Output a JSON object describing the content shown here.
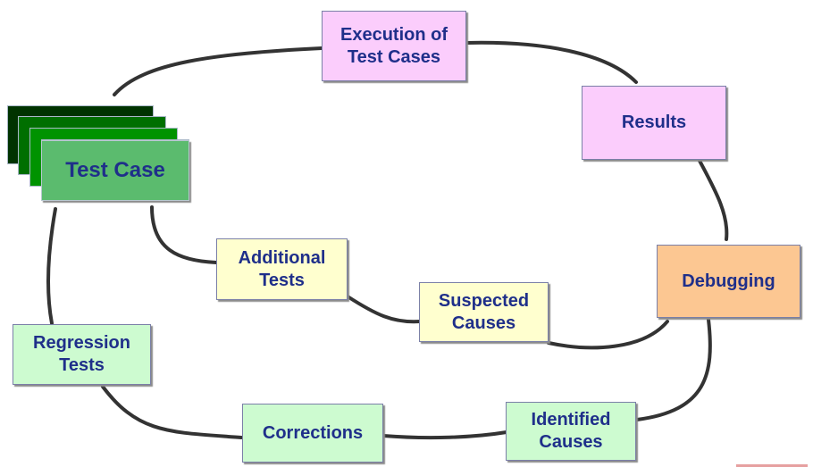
{
  "nodes": {
    "execution": "Execution of\nTest Cases",
    "results": "Results",
    "test_case": "Test Case",
    "additional_tests": "Additional\nTests",
    "suspected_causes": "Suspected\nCauses",
    "debugging": "Debugging",
    "regression_tests": "Regression\nTests",
    "corrections": "Corrections",
    "identified_causes": "Identified\nCauses"
  },
  "colors": {
    "execution_results": "#fbcdfc",
    "tests_causes": "#ffffcf",
    "regression_corrections": "#cdfbd0",
    "debugging": "#fcc792",
    "test_case_stack": [
      "#003300",
      "#006f00",
      "#009300",
      "#00a800",
      "#5bbb6e"
    ],
    "text": "#1f2f8a"
  }
}
